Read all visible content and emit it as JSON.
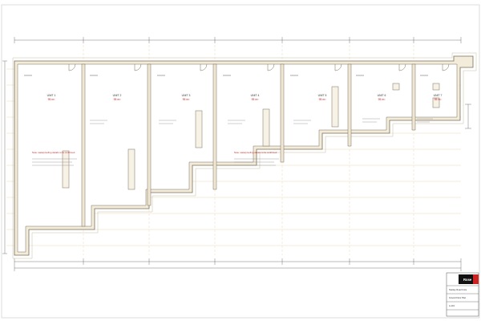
{
  "units": [
    {
      "name": "UNIT 1",
      "area": "95 m²"
    },
    {
      "name": "UNIT 2",
      "area": "95 m²"
    },
    {
      "name": "UNIT 3",
      "area": "95 m²"
    },
    {
      "name": "UNIT 4",
      "area": "95 m²"
    },
    {
      "name": "UNIT 5",
      "area": "95 m²"
    },
    {
      "name": "UNIT 6",
      "area": "95 m²"
    },
    {
      "name": "UNIT 7",
      "area": "95 m²"
    }
  ],
  "notes": {
    "red_left": "Note: waterproofing details to be confirmed",
    "red_center": "Note: waterproofing details to be confirmed"
  },
  "title_block": {
    "logo": "Rose",
    "project": "Stanley Road Units",
    "sheet": "Ground Floor Plan",
    "drawing_no": "A-101"
  },
  "colors": {
    "wall_fill": "#efe7d4",
    "wall_stroke": "#7a6f5a",
    "grid": "#d9c79a",
    "accent": "#cc2222"
  }
}
